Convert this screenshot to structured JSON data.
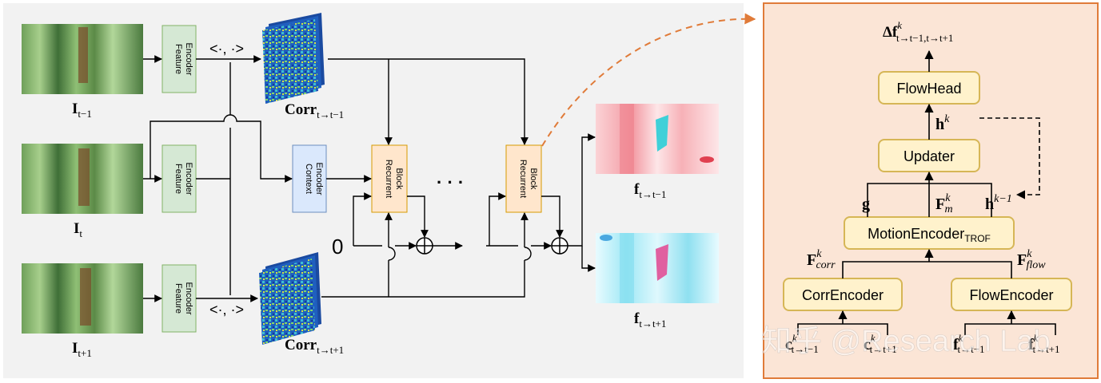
{
  "inputs": {
    "prev": {
      "base": "I",
      "sub": "t−1"
    },
    "curr": {
      "base": "I",
      "sub": "t"
    },
    "next": {
      "base": "I",
      "sub": "t+1"
    }
  },
  "modules": {
    "feature_encoder_a": "Feature",
    "feature_encoder_b": "Encoder",
    "context_encoder_a": "Context",
    "context_encoder_b": "Encoder",
    "recurrent_a": "Recurrent",
    "recurrent_b": "Block"
  },
  "correlation": {
    "inner_product": "<·, ·>",
    "prev": {
      "base": "Corr",
      "sub": "t→t−1"
    },
    "next": {
      "base": "Corr",
      "sub": "t→t+1"
    }
  },
  "flows": {
    "backward": {
      "base": "f",
      "sub": "t→t−1"
    },
    "forward": {
      "base": "f",
      "sub": "t→t+1"
    }
  },
  "misc": {
    "zero": "0",
    "ellipsis": "·  ·  ·"
  },
  "detail": {
    "output": {
      "base": "Δf",
      "sup": "k",
      "sub": "t→t−1,t→t+1"
    },
    "flowhead": "FlowHead",
    "updater": "Updater",
    "motion_encoder": "MotionEncoder",
    "motion_encoder_sub": "TROF",
    "corr_encoder": "CorrEncoder",
    "flow_encoder": "FlowEncoder",
    "hidden": {
      "base": "h",
      "sup": "k"
    },
    "hidden_prev": {
      "base": "h",
      "sup": "k−1"
    },
    "g": "g",
    "fm": {
      "base": "F",
      "sup": "k",
      "sub": "m"
    },
    "fcorr": {
      "base": "F",
      "sup": "k",
      "sub": "corr"
    },
    "fflow": {
      "base": "F",
      "sup": "k",
      "sub": "flow"
    },
    "c_prev": {
      "base": "c",
      "sup": "k",
      "sub": "t→t−1"
    },
    "c_next": {
      "base": "c",
      "sup": "k",
      "sub": "t→t+1"
    },
    "fl_prev": {
      "base": "f",
      "sup": "k",
      "sub": "t→t−1"
    },
    "fl_next": {
      "base": "f",
      "sup": "k",
      "sub": "t→t+1"
    }
  },
  "watermark": "知乎 @Research Lab",
  "colors": {
    "panel_bg": "#f2f2f2",
    "green_box": "#d5e8d4",
    "green_border": "#82b366",
    "blue_box": "#dae8fc",
    "blue_border": "#6c8ebf",
    "orange_box": "#ffe6cc",
    "orange_border": "#d79b00",
    "yellow_box": "#fff2cc",
    "yellow_border": "#d6b656",
    "detail_bg": "#fbe5d6",
    "detail_border": "#e07b39"
  }
}
